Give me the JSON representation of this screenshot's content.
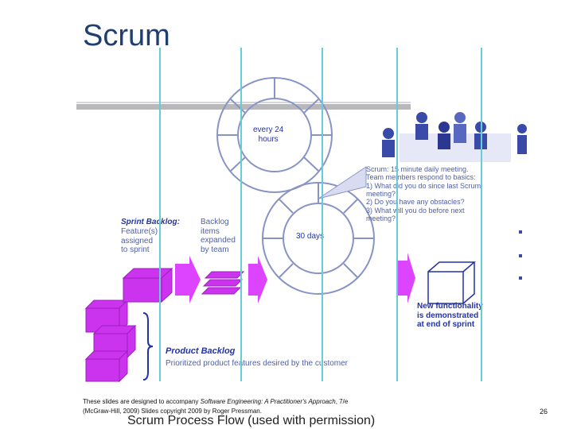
{
  "slide": {
    "title": "Scrum",
    "page_number": "26",
    "footer_line1_prefix": "These slides are designed to accompany ",
    "footer_line1_book": "Software Engineering: A Practitioner's Approach",
    "footer_line1_suffix": ", 7/e",
    "footer_line2": "(McGraw-Hill, 2009) Slides copyright 2009 by Roger Pressman.",
    "caption": "Scrum Process Flow (used with permission)"
  },
  "diagram": {
    "cycle_24h_label": "every 24\nhours",
    "cycle_30d_label": "30 days",
    "sprint_backlog_label": "Sprint Backlog:",
    "sprint_backlog_desc": "Feature(s)\nassigned\nto sprint",
    "backlog_items_label": "Backlog\nitems\nexpanded\nby team",
    "product_backlog_label": "Product Backlog",
    "product_backlog_desc": "Prioritized product features desired by the customer",
    "meeting_text_left": "Scrum: 15 minute daily meeting.\nTeam members respond to basics:\n1) What did you do since last Scrum\nmeeting?\n2) Do you have any obstacles?\n3) What will you do before next\nmeeting?",
    "new_functionality_text": "New functionality\nis demonstrated\nat end of sprint",
    "colors": {
      "purple": "#cc33ee",
      "magenta": "#dd44ff",
      "blue_text": "#2233aa",
      "cyan_line": "#66ccd6",
      "faint_stroke": "#8894c4"
    }
  }
}
